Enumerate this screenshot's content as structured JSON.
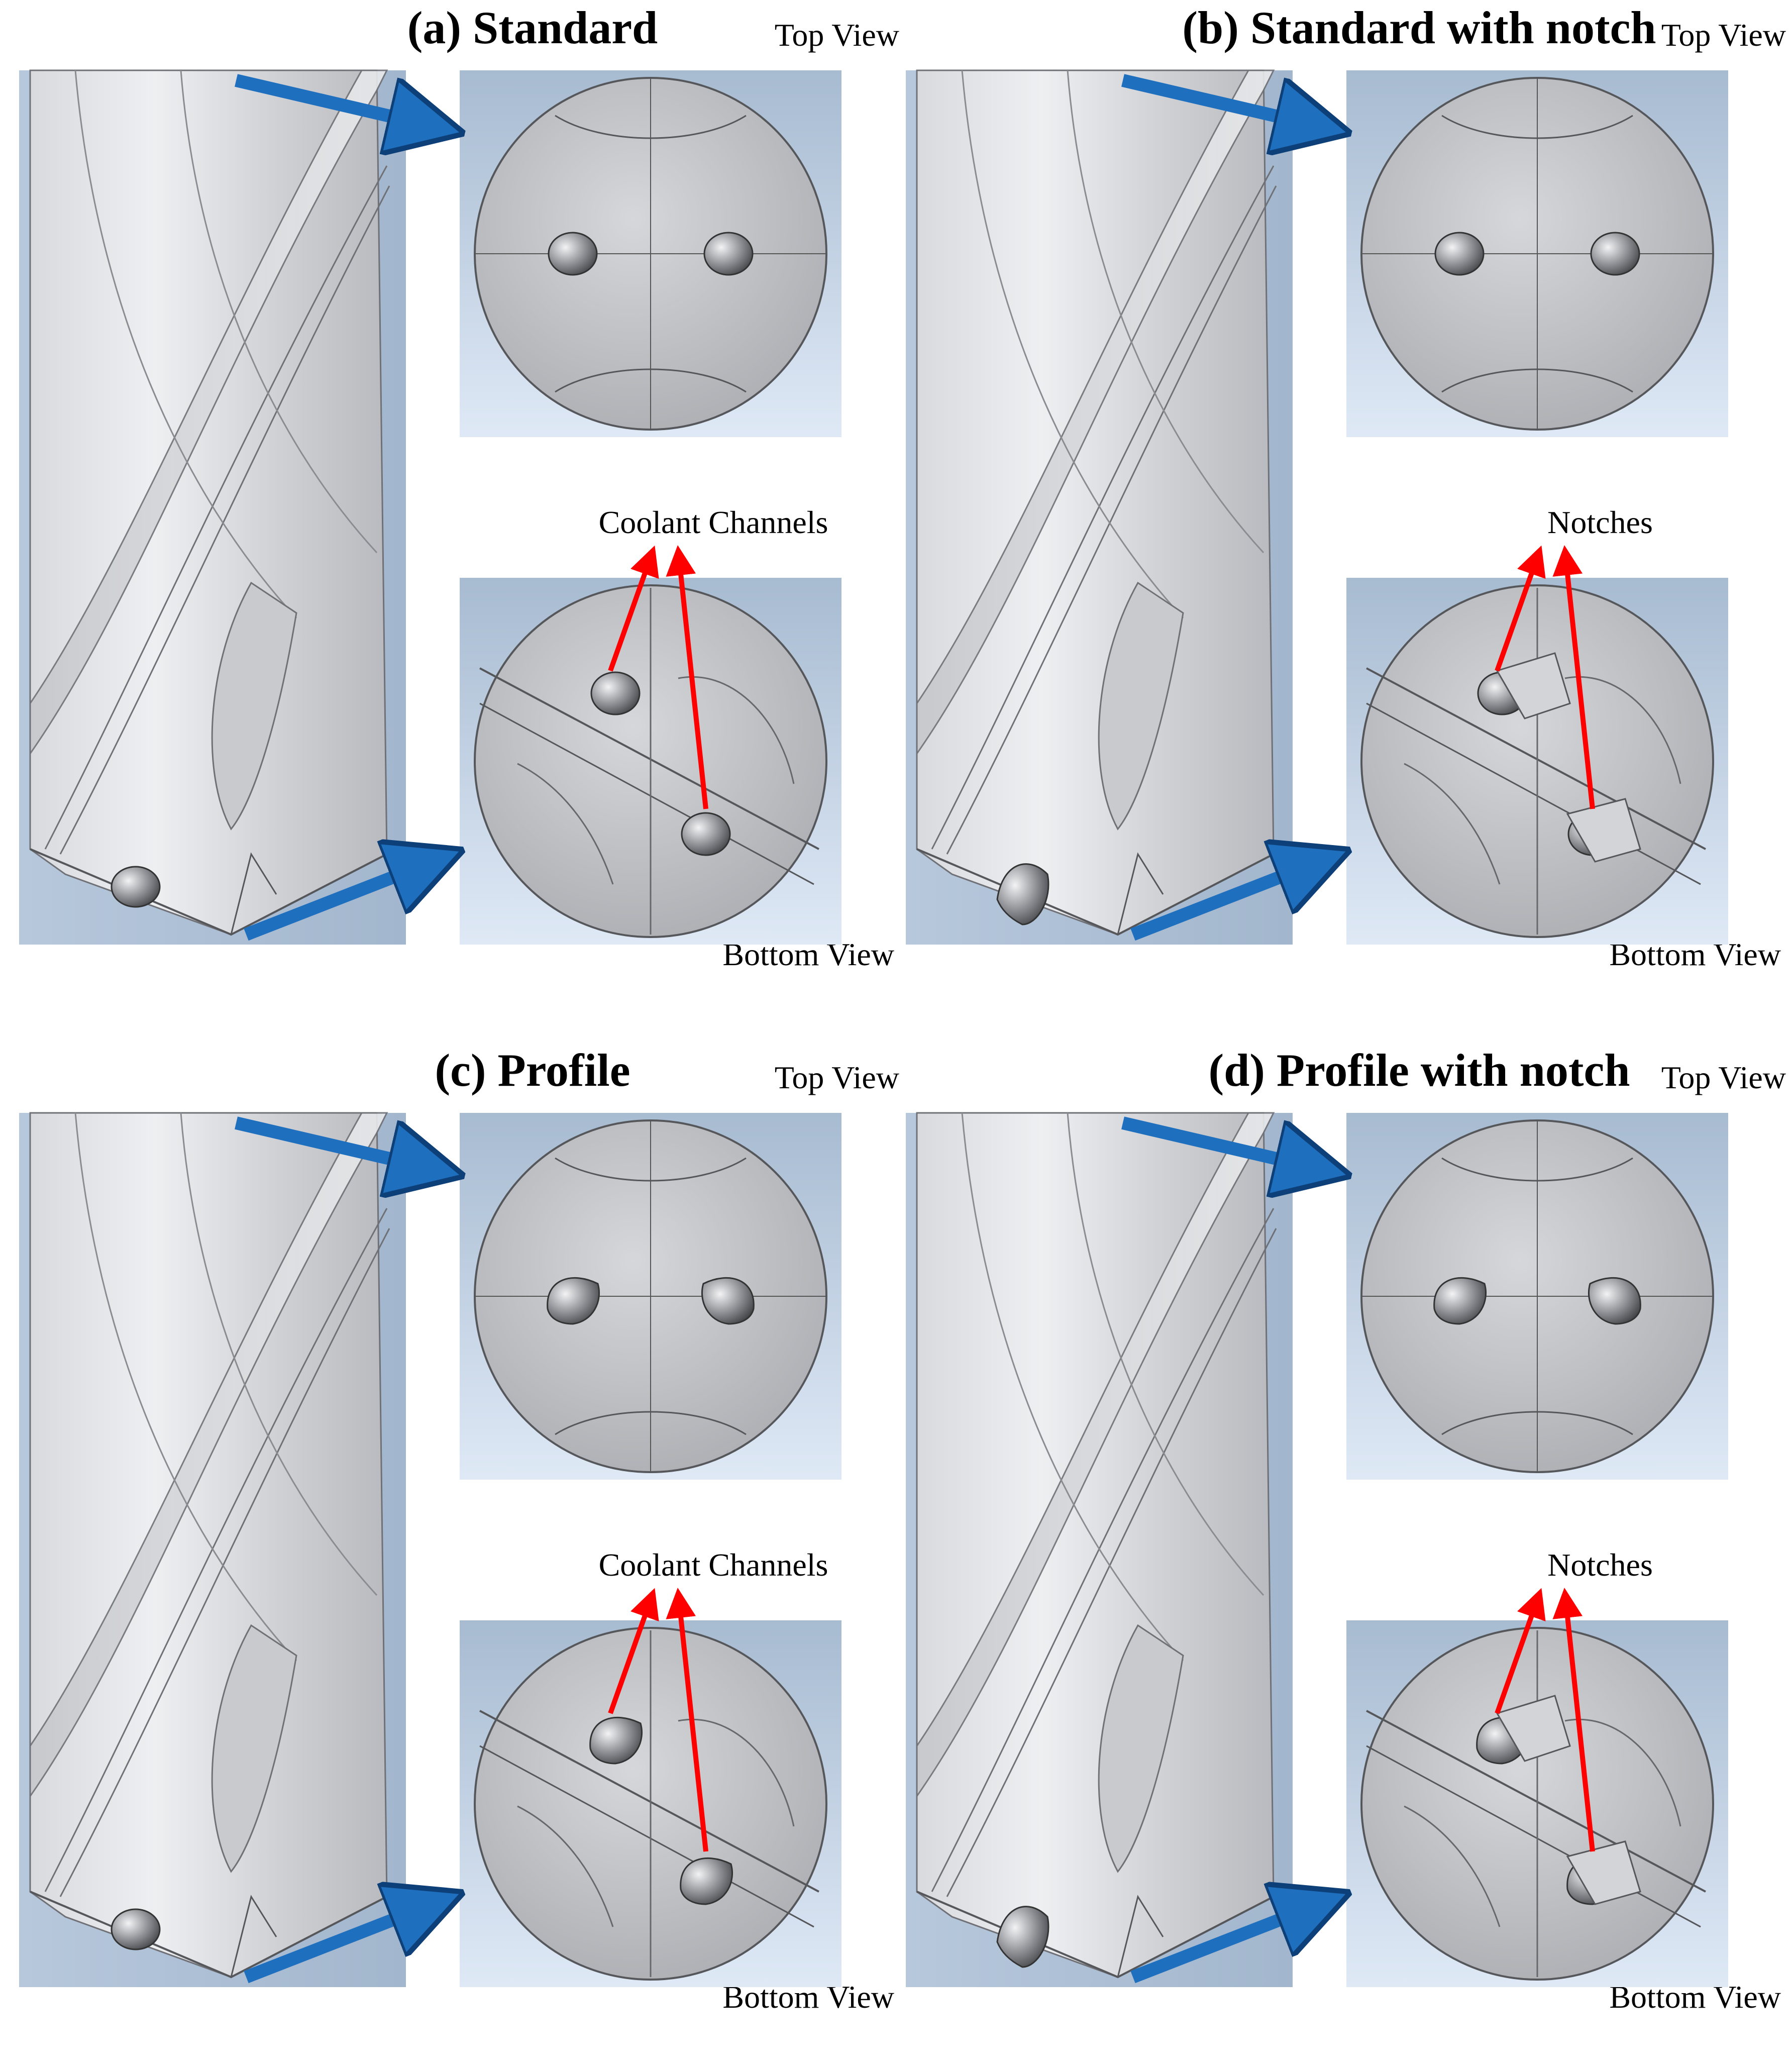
{
  "colors": {
    "arrow_blue": "#1f6fbf",
    "callout_red": "#ff0000",
    "metal_light": "#e4e5e8",
    "metal_mid": "#c4c5c9",
    "metal_dark": "#7d7f85",
    "panel_bg_top": "#9fb4cc",
    "panel_bg_bottom": "#dde8f5"
  },
  "panels": [
    {
      "title": "(a) Standard",
      "top_view_label": "Top View",
      "callout_label": "Coolant Channels",
      "bottom_view_label": "Bottom View",
      "hole_shape": "round",
      "notch": false
    },
    {
      "title": "(b) Standard with notch",
      "top_view_label": "Top View",
      "callout_label": "Notches",
      "bottom_view_label": "Bottom View",
      "hole_shape": "round",
      "notch": true
    },
    {
      "title": "(c) Profile",
      "top_view_label": "Top View",
      "callout_label": "Coolant Channels",
      "bottom_view_label": "Bottom View",
      "hole_shape": "profile",
      "notch": false
    },
    {
      "title": "(d) Profile with notch",
      "top_view_label": "Top View",
      "callout_label": "Notches",
      "bottom_view_label": "Bottom View",
      "hole_shape": "profile",
      "notch": true
    }
  ]
}
